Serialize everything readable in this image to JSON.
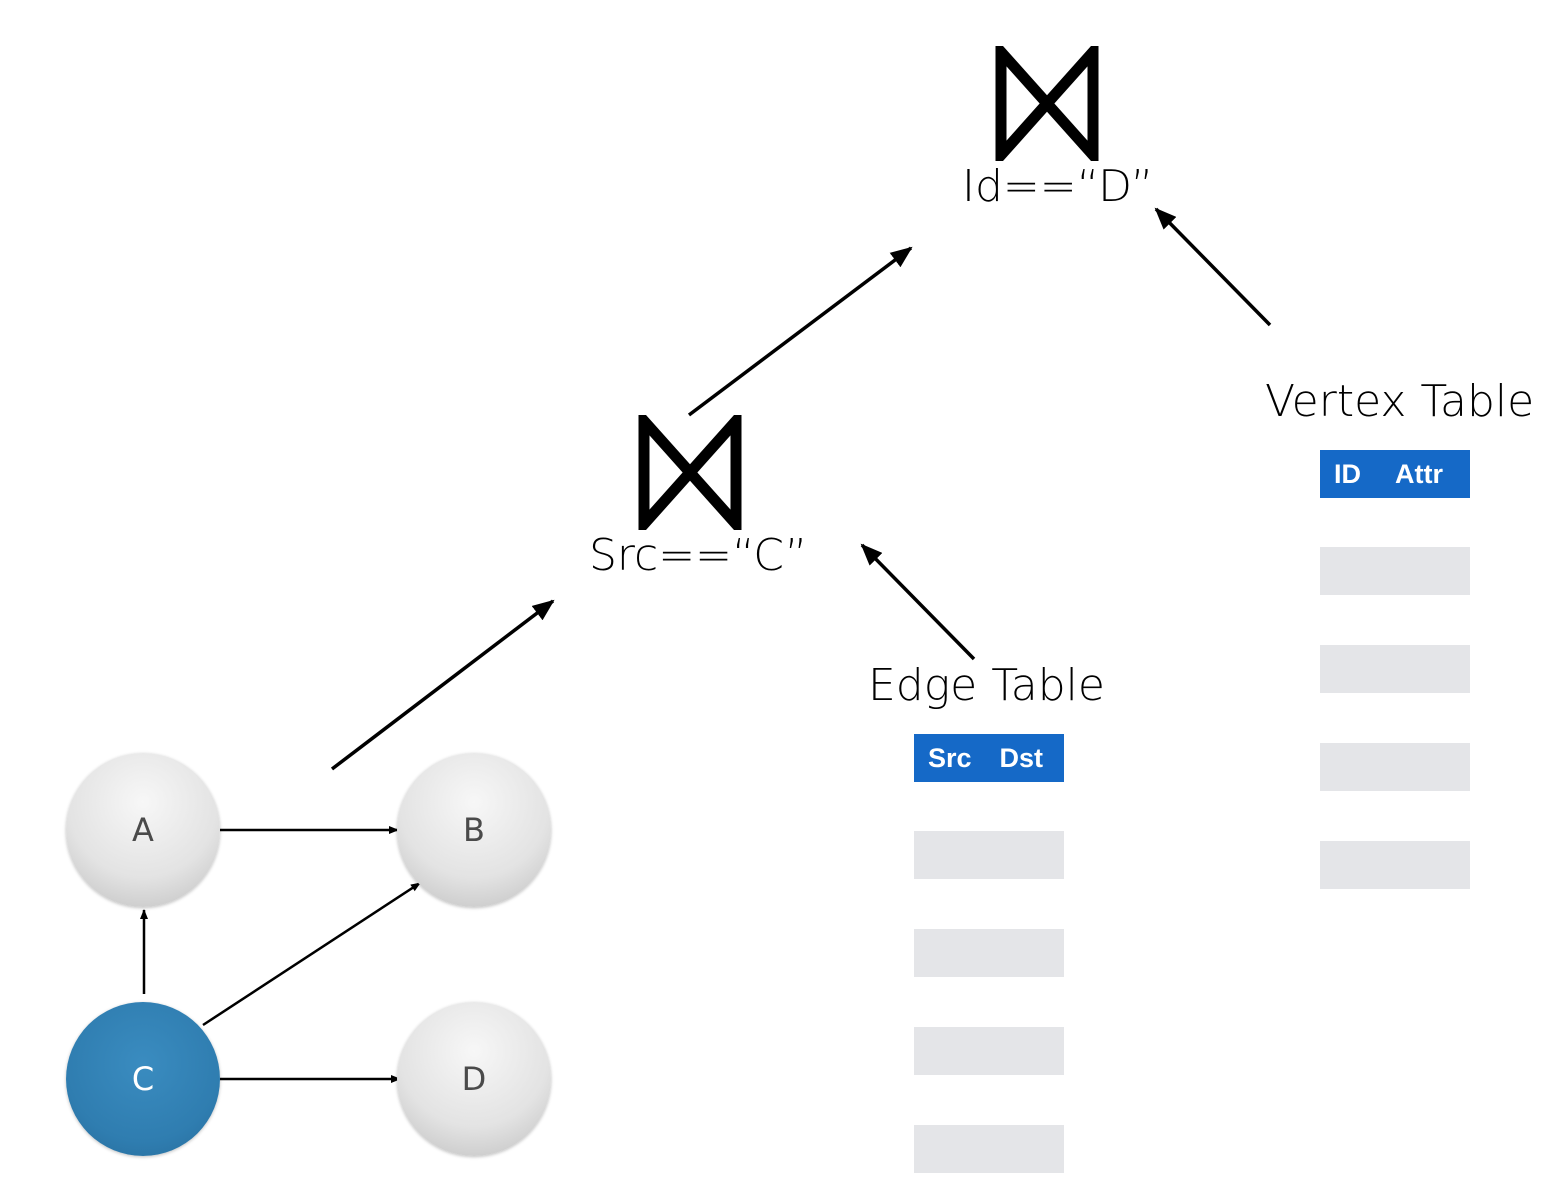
{
  "colors": {
    "node_fill": "#e3e3e3",
    "node_active_fill": "#2f7db0",
    "table_header": "#1569c7",
    "table_row": "#e4e5e8",
    "arrow": "#000000"
  },
  "graph": {
    "nodes": [
      {
        "id": "A",
        "label": "A",
        "active": false
      },
      {
        "id": "B",
        "label": "B",
        "active": false
      },
      {
        "id": "C",
        "label": "C",
        "active": true
      },
      {
        "id": "D",
        "label": "D",
        "active": false
      }
    ],
    "edges": [
      {
        "from": "A",
        "to": "B"
      },
      {
        "from": "C",
        "to": "A"
      },
      {
        "from": "C",
        "to": "B"
      },
      {
        "from": "C",
        "to": "D"
      }
    ]
  },
  "joins": {
    "first": {
      "icon": "bowtie-join-icon",
      "condition": "Src==“C”"
    },
    "second": {
      "icon": "bowtie-join-icon",
      "condition": "Id==“D”"
    }
  },
  "edge_table": {
    "title": "Edge Table",
    "columns": [
      "Src",
      "Dst"
    ],
    "empty_rows": 4
  },
  "vertex_table": {
    "title": "Vertex Table",
    "columns": [
      "ID",
      "Attr"
    ],
    "empty_rows": 4
  }
}
